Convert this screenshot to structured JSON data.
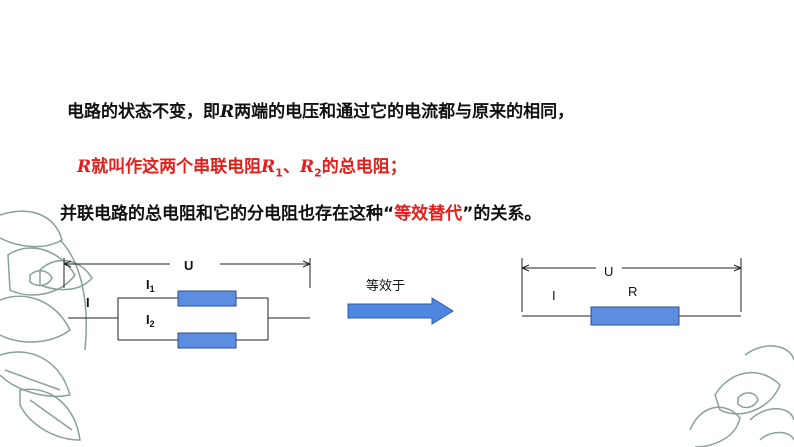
{
  "text": {
    "line1_a": "电路的状态不变，即",
    "line1_var": "R",
    "line1_b": "两端的电压和通过它的电流都与原来的相同，",
    "line2_var": "R",
    "line2_a": "就叫作这两个串联电阻",
    "line2_r1": "R",
    "line2_r1_sub": "1",
    "line2_sep": "、",
    "line2_r2": "R",
    "line2_r2_sub": "2",
    "line2_b": "的总电阻；",
    "line3_a": "并联电路的总电阻和它的分电阻也存在这种",
    "line3_q_open": "“",
    "line3_highlight": "等效替代",
    "line3_q_close": "”",
    "line3_b": "的关系。"
  },
  "left_circuit": {
    "u_label": "U",
    "i_label": "I",
    "i1_label": "I",
    "i1_sub": "1",
    "i2_label": "I",
    "i2_sub": "2"
  },
  "arrow": {
    "label": "等效于"
  },
  "right_circuit": {
    "u_label": "U",
    "i_label": "I",
    "r_label": "R"
  },
  "colors": {
    "highlight": "#e0201c",
    "resistor": "#5b8ee0",
    "arrow": "#4f86e0",
    "decoration": "#5f7d76"
  }
}
